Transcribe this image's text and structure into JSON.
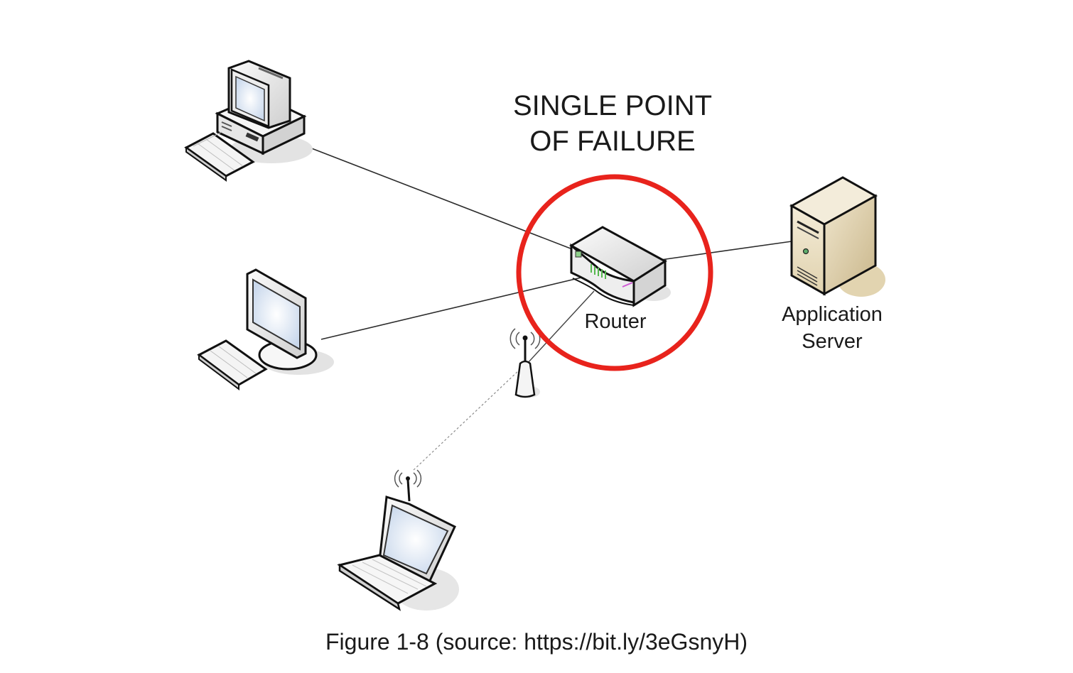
{
  "diagram": {
    "title_lines": [
      "SINGLE POINT",
      "OF FAILURE"
    ],
    "highlight_color": "#e8231c",
    "nodes": {
      "desktop_pc": {
        "label": ""
      },
      "lcd_workstation": {
        "label": ""
      },
      "laptop": {
        "label": ""
      },
      "wireless_access_point": {
        "label": ""
      },
      "router": {
        "label": "Router"
      },
      "application_server": {
        "label_lines": [
          "Application",
          "Server"
        ]
      }
    },
    "connections": [
      {
        "from": "desktop_pc",
        "to": "router",
        "style": "solid"
      },
      {
        "from": "lcd_workstation",
        "to": "router",
        "style": "solid"
      },
      {
        "from": "wireless_access_point",
        "to": "router",
        "style": "solid"
      },
      {
        "from": "laptop",
        "to": "wireless_access_point",
        "style": "dotted"
      },
      {
        "from": "router",
        "to": "application_server",
        "style": "solid"
      }
    ]
  },
  "caption": "Figure 1-8 (source: https://bit.ly/3eGsnyH)"
}
